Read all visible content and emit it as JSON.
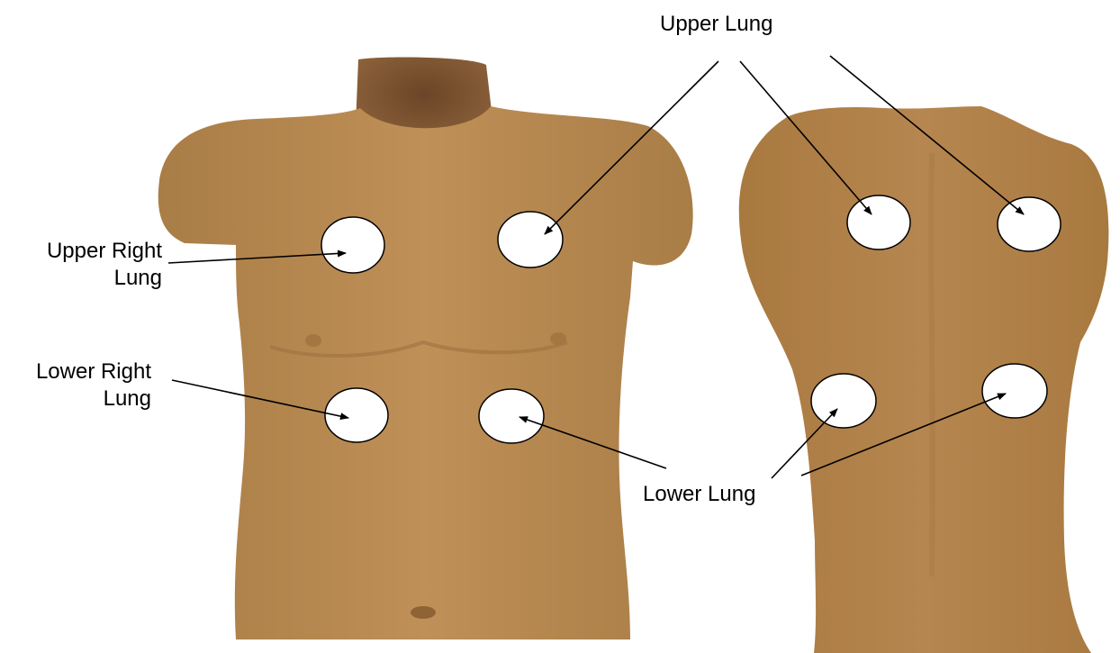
{
  "labels": {
    "upper_right_lung": [
      "Upper Right",
      "Lung"
    ],
    "lower_right_lung": [
      "Lower Right",
      "Lung"
    ],
    "upper_lung": "Upper Lung",
    "lower_lung": "Lower Lung"
  },
  "colors": {
    "skin": "#b88a52",
    "skin_shadow": "#a57a45",
    "hair": "#5a3a22",
    "marker_fill": "#ffffff",
    "marker_stroke": "#000000",
    "text": "#000000"
  }
}
